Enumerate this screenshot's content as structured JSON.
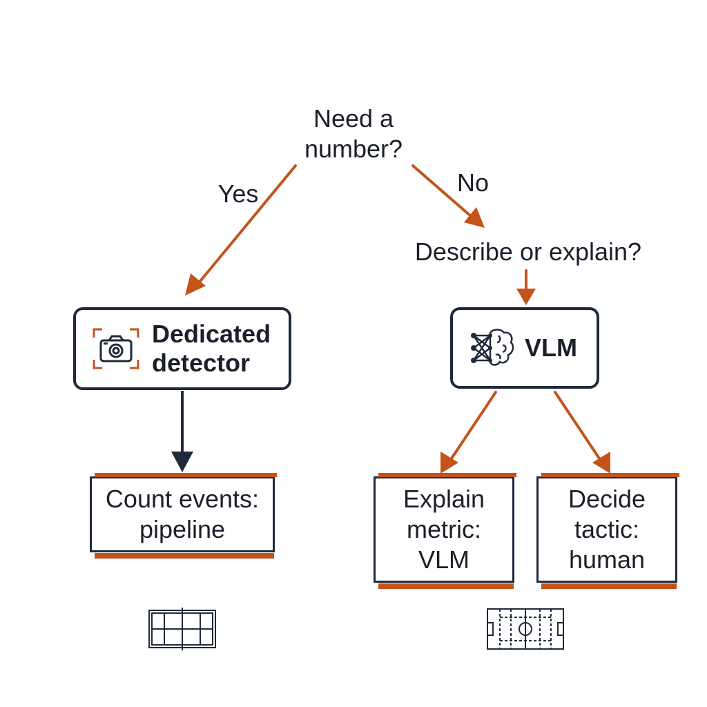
{
  "question_1": "Need a\nnumber?",
  "branch_yes": "Yes",
  "branch_no": "No",
  "question_2": "Describe or explain?",
  "node_detector": {
    "label": "Dedicated\ndetector",
    "icon": "camera-icon"
  },
  "node_vlm": {
    "label": "VLM",
    "icon": "neural-brain-icon"
  },
  "results": [
    {
      "label": "Count events:\npipeline"
    },
    {
      "label": "Explain\nmetric:\nVLM"
    },
    {
      "label": "Decide\ntactic:\nhuman"
    }
  ],
  "footer_icons": [
    "tennis-court-icon",
    "football-field-icon"
  ],
  "colors": {
    "accent": "#c4531a",
    "ink": "#1e2a3b",
    "background": "#ffffff"
  }
}
